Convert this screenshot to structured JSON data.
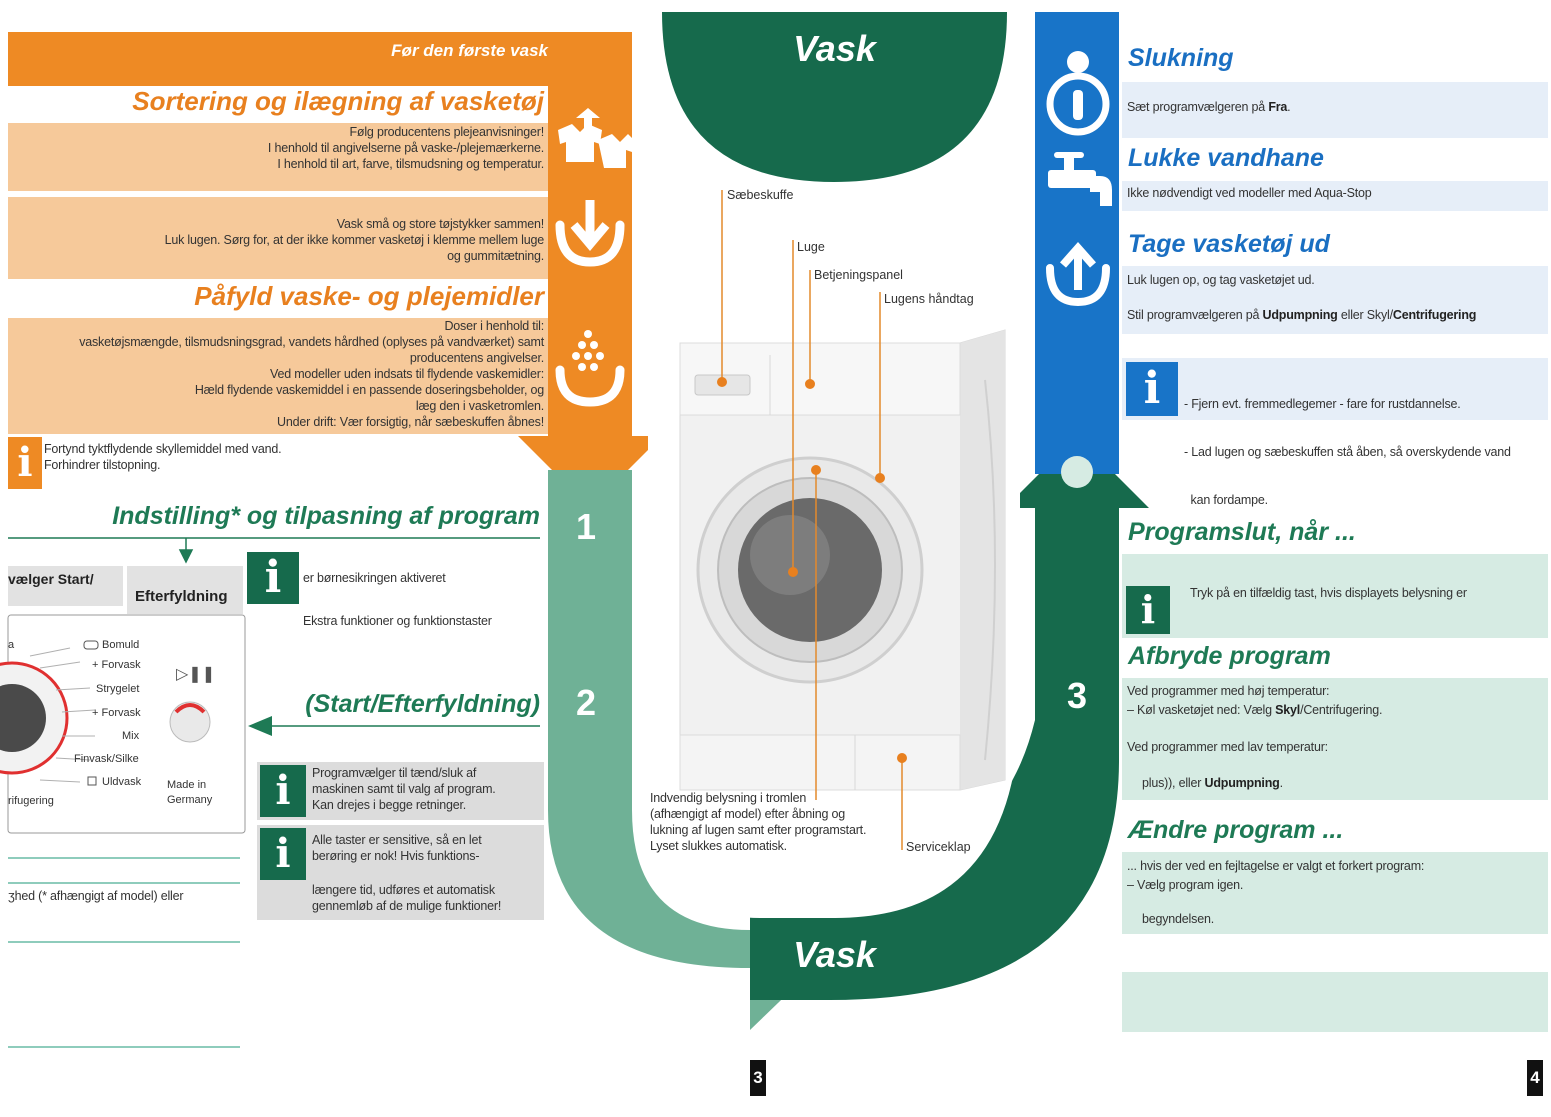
{
  "left": {
    "banner": "Før den første vask",
    "sort": {
      "title": "Sortering og ilægning af vasketøj",
      "lines": [
        "Følg producentens plejeanvisninger!",
        "I henhold til angivelserne på vaske-/plejemærkerne.",
        "I henhold til art, farve, tilsmudsning og temperatur."
      ]
    },
    "load": {
      "lines": [
        "Vask små og store tøjstykker sammen!",
        "Luk lugen. Sørg for, at der ikke kommer vasketøj i klemme mellem luge",
        "og gummitætning."
      ]
    },
    "detergent": {
      "title": "Påfyld vaske- og plejemidler",
      "lines": [
        "Doser i henhold til:",
        "vasketøjsmængde, tilsmudsningsgrad, vandets hårdhed (oplyses på vandværket) samt",
        "producentens angivelser.",
        "Ved modeller uden indsats til flydende vaskemidler:",
        "Hæld flydende vaskemiddel i en passende doseringsbeholder, og",
        "læg den i vasketromlen.",
        "Under drift: Vær forsigtig, når sæbeskuffen åbnes!"
      ]
    },
    "note1": [
      "Fortynd tyktflydende skyllemiddel med vand.",
      "Forhindrer tilstopning."
    ],
    "setup": {
      "title": "Indstilling* og tilpasning af program",
      "tab_partial": "vælger Start/",
      "tab_button": "Efterfyldning",
      "info_lines": [
        "er børnesikringen aktiveret",
        "Ekstra funktioner og funktionstaster"
      ],
      "panel_items": [
        "Bomuld",
        "+ Forvask",
        "Strygelet",
        "+ Forvask",
        "Mix",
        "Finvask/Silke",
        "Uldvask"
      ],
      "panel_left_a": "a",
      "panel_left_b": "rifugering",
      "made_in": [
        "Made in",
        "Germany"
      ],
      "play_pause": "▷❚❚"
    },
    "start_title": "(Start/Efterfyldning)",
    "note2": [
      "Programvælger til tænd/sluk af",
      "maskinen samt til valg af program.",
      "Kan drejes i begge retninger."
    ],
    "note3": [
      "Alle taster er sensitive, så en let",
      "berøring er nok! Hvis funktions-",
      "længere tid, udføres et automatisk",
      "gennemløb af de mulige funktioner!"
    ],
    "footnote": "ʒhed (* afhængigt af model) eller"
  },
  "center": {
    "top_label": "Vask",
    "bottom_label": "Vask",
    "step1": "1",
    "step2": "2",
    "step3": "3",
    "labels": {
      "drawer": "Sæbeskuffe",
      "door": "Luge",
      "panel": "Betjeningspanel",
      "handle": "Lugens håndtag",
      "service": "Serviceklap"
    },
    "light_note": [
      "Indvendig belysning i tromlen",
      "(afhængigt af model) efter åbning og",
      "lukning af lugen samt efter programstart.",
      "Lyset slukkes automatisk."
    ]
  },
  "right": {
    "off": {
      "title": "Slukning",
      "text": "Sæt programvælgeren på ",
      "bold": "Fra",
      "end": "."
    },
    "tap": {
      "title": "Lukke vandhane",
      "text": "Ikke nødvendigt ved modeller med Aqua-Stop"
    },
    "unload": {
      "title": "Tage vasketøj ud",
      "line1": "Luk lugen op, og tag vasketøjet ud.",
      "line2a": "Stil programvælgeren på ",
      "line2b": "Udpumpning",
      "line2c": " eller Skyl/",
      "line2d": "Centrifugering",
      "note": [
        "- Fjern evt. fremmedlegemer - fare for rustdannelse.",
        "- Lad lugen og sæbeskuffen stå åben, så overskydende vand",
        "  kan fordampe."
      ]
    },
    "end": {
      "title": "Programslut, når ...",
      "note": "Tryk på en tilfældig tast, hvis displayets belysning er"
    },
    "abort": {
      "title": "Afbryde program",
      "l1": "Ved programmer med høj temperatur:",
      "l2a": "– Køl vasketøjet ned: Vælg ",
      "l2b": "Skyl",
      "l2c": "/Centrifugering.",
      "l3": "Ved programmer med lav temperatur:",
      "l4a": "plus)), eller ",
      "l4b": "Udpumpning",
      "l4c": "."
    },
    "change": {
      "title": "Ændre program ...",
      "l1": "... hvis der ved en fejltagelse er valgt et forkert program:",
      "l2": "– Vælg program igen.",
      "l3": "begyndelsen."
    }
  },
  "page_numbers": [
    "3",
    "4"
  ],
  "colors": {
    "orange": "#ee8a24",
    "green_dark": "#166a4c",
    "green_light": "#6fb196",
    "blue": "#1874c8"
  }
}
